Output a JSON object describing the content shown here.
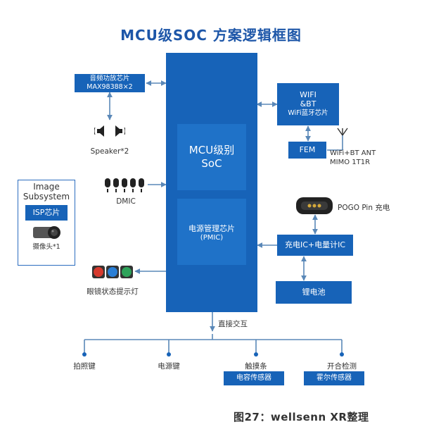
{
  "title": "MCU级SOC 方案逻辑框图",
  "audio_chip": {
    "line1": "音频功放芯片",
    "line2": "MAX98388×2"
  },
  "speaker_label": "Speaker*2",
  "dmic_label": "DMIC",
  "image_subsystem": {
    "title_line1": "Image",
    "title_line2": "Subsystem",
    "isp": "ISP芯片",
    "camera": "摄像头*1"
  },
  "glasses_light_label": "眼镜状态提示灯",
  "mcu": {
    "line1": "MCU级别",
    "line2": "SoC"
  },
  "pmic": {
    "line1": "电源管理芯片",
    "line2": "(PMIC)"
  },
  "wifi": {
    "line1": "WIFI",
    "line2": "&BT",
    "line3": "WiFi蓝牙芯片"
  },
  "fem_label": "FEM",
  "antenna": {
    "line1": "WiFi+BT ANT",
    "line2": "MIMO 1T1R"
  },
  "pogo_label": "POGO Pin 充电",
  "charge_ic": "充电IC+电量计IC",
  "battery": "锂电池",
  "direct_label": "直接交互",
  "bottom": {
    "photo_key": "拍照键",
    "power_key": "电源键",
    "touch_bar": "触摸条",
    "open_detect": "开合检测",
    "cap_sensor": "电容传感器",
    "hall_sensor": "霍尔传感器"
  },
  "caption": "图27：wellsenn XR整理",
  "colors": {
    "primary": "#1763b8",
    "accent": "#1a6ec8",
    "line": "#5a88b8"
  }
}
